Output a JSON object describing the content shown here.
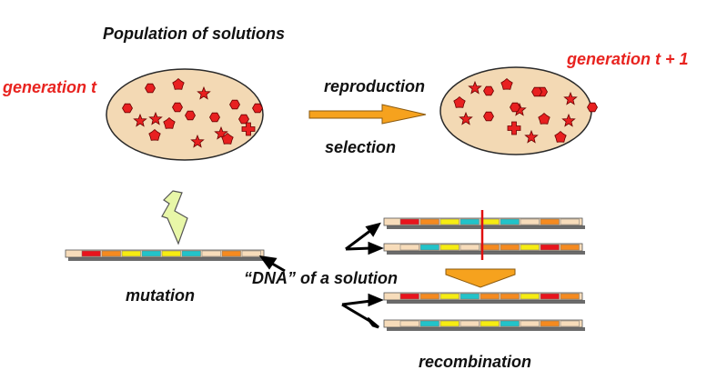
{
  "labels": {
    "population_title": "Population of solutions",
    "generation_t": "generation t",
    "generation_t1": "generation t + 1",
    "reproduction": "reproduction",
    "selection": "selection",
    "dna": "“DNA” of a solution",
    "mutation": "mutation",
    "recombination": "recombination"
  },
  "colors": {
    "ellipse_fill": "#f3d9b4",
    "symbol_fill": "#e82020",
    "accent_text": "#e8231f",
    "arrow_orange": "#f6a21e",
    "cut_line": "#e01010",
    "gene_red": "#e8141c",
    "gene_orange": "#f58a1f",
    "gene_yellow": "#f6ec12",
    "gene_cyan": "#22c3c9",
    "gene_beige": "#f7dcba",
    "bolt": "#e8f7a8"
  },
  "population_t": [
    "hexagon",
    "circle-burst",
    "star",
    "hexagon",
    "hexagon",
    "star",
    "star",
    "circle-burst",
    "hexagon",
    "hexagon",
    "hexagon",
    "star",
    "hexagon",
    "circle-burst",
    "hexagon",
    "cross",
    "star",
    "circle-burst"
  ],
  "population_t1": [
    "star",
    "hexagon",
    "circle-burst",
    "hexagon",
    "star",
    "circle-burst",
    "hexagon",
    "star",
    "star",
    "circle-burst",
    "hexagon",
    "hexagon",
    "cross",
    "star",
    "circle-burst",
    "star",
    "hexagon"
  ],
  "chromosomes": {
    "mutation": [
      "red",
      "orange",
      "yellow",
      "cyan",
      "yellow",
      "cyan",
      "beige",
      "orange",
      "beige"
    ],
    "parent_a": [
      "red",
      "orange",
      "yellow",
      "cyan",
      "yellow",
      "cyan",
      "beige",
      "orange",
      "beige"
    ],
    "parent_b": [
      "beige",
      "cyan",
      "yellow",
      "beige",
      "orange",
      "orange",
      "yellow",
      "red",
      "orange"
    ],
    "child_a": [
      "red",
      "orange",
      "yellow",
      "cyan",
      "orange",
      "orange",
      "yellow",
      "red",
      "orange"
    ],
    "child_b": [
      "beige",
      "cyan",
      "yellow",
      "beige",
      "yellow",
      "cyan",
      "beige",
      "orange",
      "beige"
    ]
  }
}
